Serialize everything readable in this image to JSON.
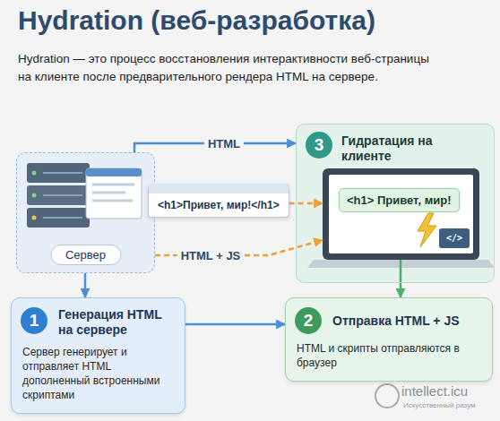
{
  "diagram": {
    "title": "Hydration (веб-разработка)",
    "nodes": [
      {
        "text": [
          "Сервер"
        ]
      },
      {
        "text": [
          "<h1>Привет, мир!</h1>"
        ]
      },
      {
        "text": [
          "1",
          "Генерация HTML на сервере",
          "Сервер генерирует и отправляет HTML дополненный встроенными скриптами"
        ]
      },
      {
        "text": [
          "2",
          "Отправка HTML + JS",
          "HTML и скрипты отправляются в браузер"
        ]
      },
      {
        "text": [
          "3",
          "Гидратация на клиенте"
        ]
      },
      {
        "text": [
          "<h1> Привет, мир!"
        ],
        "in": 4
      }
    ],
    "edges": [
      {
        "from": 0,
        "to": 4,
        "label": "HTML",
        "arrow": "to"
      },
      {
        "from": 1,
        "to": 5,
        "arrow": "to"
      },
      {
        "from": 0,
        "to": 5,
        "label": "HTML + JS",
        "arrow": "to"
      },
      {
        "from": 0,
        "to": 2,
        "arrow": "to"
      },
      {
        "from": 2,
        "to": 3,
        "arrow": "to"
      },
      {
        "from": 5,
        "to": 3,
        "arrow": "to"
      }
    ],
    "labels": [
      "Hydration — это процесс восстановления интерактивности веб-страницы на клиенте после предварительного рендера HTML на сервере.",
      "</>",
      "intellect.icu",
      "Искусственный разум"
    ]
  }
}
